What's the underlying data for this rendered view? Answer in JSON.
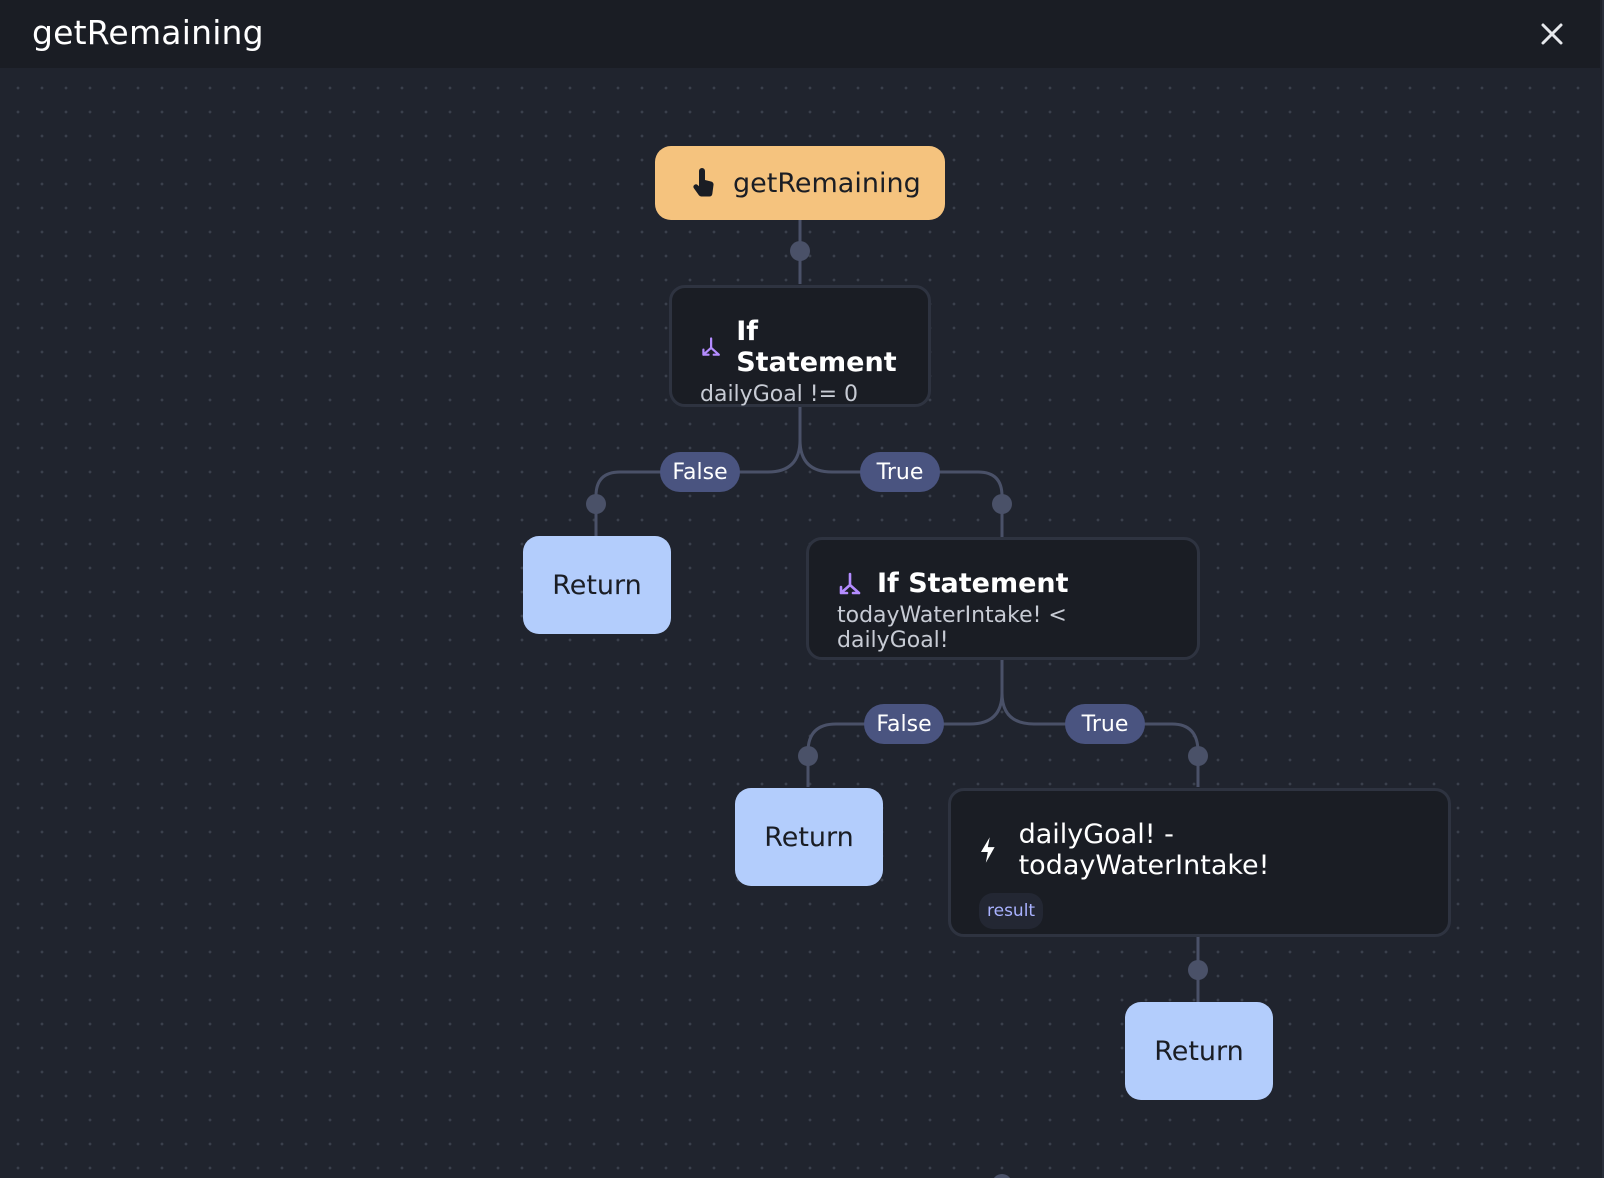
{
  "window": {
    "title": "getRemaining",
    "close_icon": "close-icon"
  },
  "flow": {
    "start": {
      "label": "getRemaining",
      "icon": "pointer-hand-icon",
      "color": "#f5c37e"
    },
    "if1": {
      "label": "If Statement",
      "condition": "dailyGoal != 0",
      "icon": "branch-icon"
    },
    "if1_false_label": "False",
    "if1_true_label": "True",
    "return1": {
      "label": "Return"
    },
    "if2": {
      "label": "If Statement",
      "condition": "todayWaterIntake! < dailyGoal!",
      "icon": "branch-icon"
    },
    "if2_false_label": "False",
    "if2_true_label": "True",
    "return2": {
      "label": "Return"
    },
    "expr": {
      "label": "dailyGoal! - todayWaterIntake!",
      "tag": "result",
      "icon": "lightning-icon"
    },
    "return3": {
      "label": "Return"
    }
  },
  "colors": {
    "return_node": "#b3cdfc",
    "branch_pill": "#4a5480",
    "branch_icon": "#b48cff"
  }
}
